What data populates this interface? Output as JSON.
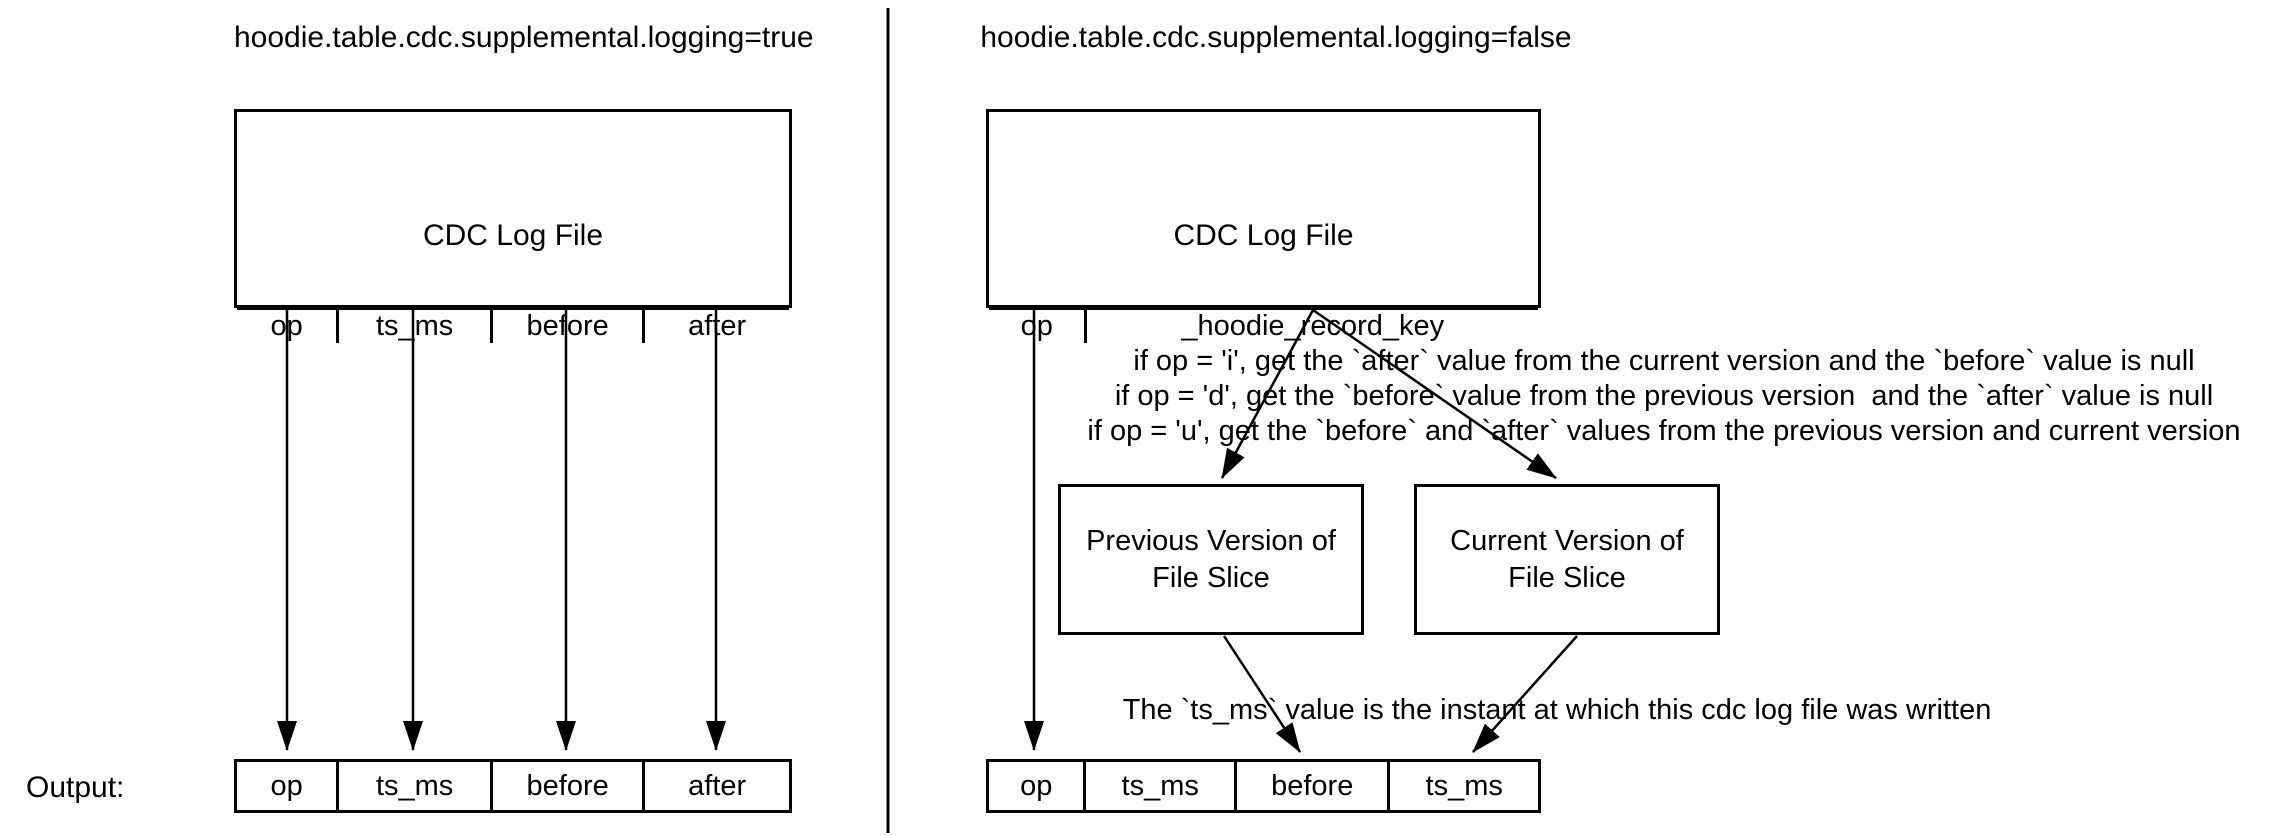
{
  "colors": {
    "ink": "#000000",
    "paper": "#ffffff"
  },
  "left": {
    "title": "hoodie.table.cdc.supplemental.logging=true",
    "box_title": "CDC Log File",
    "columns": [
      "op",
      "ts_ms",
      "before",
      "after"
    ],
    "output_label": "Output:",
    "output_columns": [
      "op",
      "ts_ms",
      "before",
      "after"
    ]
  },
  "right": {
    "title": "hoodie.table.cdc.supplemental.logging=false",
    "box_title": "CDC Log File",
    "columns": [
      "op",
      "_hoodie_record_key"
    ],
    "rules": [
      "if op = 'i', get the `after` value from the current version and the `before` value is null",
      "if op = 'd', get the `before` value from the previous version  and the `after` value is null",
      "if op = 'u', get the `before` and `after` values from the previous version and current version"
    ],
    "previous_box": {
      "line1": "Previous Version of",
      "line2": "File Slice"
    },
    "current_box": {
      "line1": "Current Version of",
      "line2": "File Slice"
    },
    "ts_note": "The `ts_ms` value is the instant at which this cdc log file was written",
    "output_columns": [
      "op",
      "ts_ms",
      "before",
      "ts_ms"
    ]
  }
}
